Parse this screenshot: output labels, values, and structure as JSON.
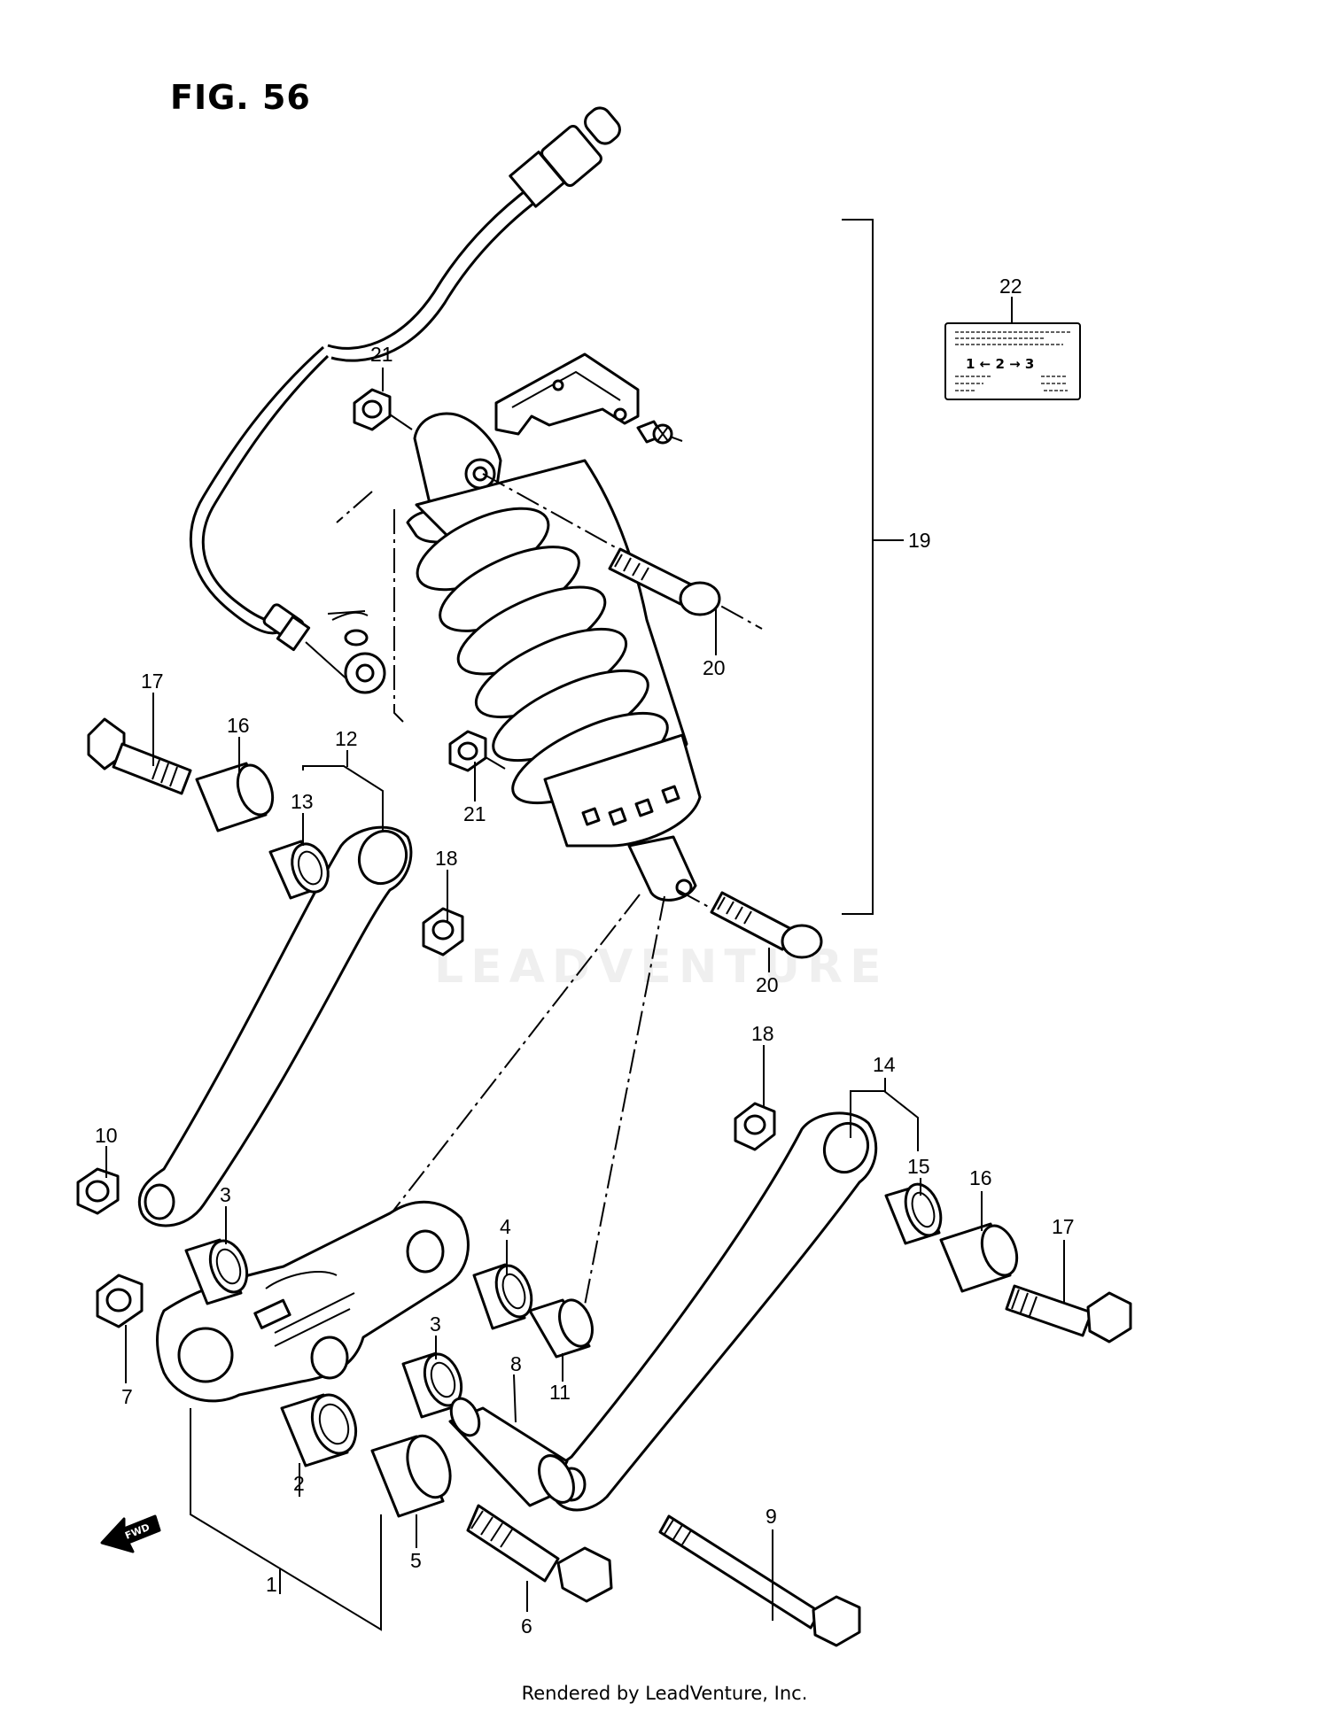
{
  "figure": {
    "title": "FIG. 56"
  },
  "callouts": {
    "c1": "1",
    "c2": "2",
    "c3a": "3",
    "c3b": "3",
    "c4": "4",
    "c5": "5",
    "c6": "6",
    "c7": "7",
    "c8": "8",
    "c9": "9",
    "c10": "10",
    "c11": "11",
    "c12": "12",
    "c13": "13",
    "c14": "14",
    "c15": "15",
    "c16a": "16",
    "c16b": "16",
    "c17a": "17",
    "c17b": "17",
    "c18a": "18",
    "c18b": "18",
    "c19": "19",
    "c20a": "20",
    "c20b": "20",
    "c21a": "21",
    "c21b": "21",
    "c22": "22"
  },
  "label_card": {
    "sequence": "1 ← 2 → 3"
  },
  "direction_arrow": {
    "text": "FWD"
  },
  "watermark": "LEADVENTURE",
  "footer": {
    "credit": "Rendered by LeadVenture, Inc."
  }
}
